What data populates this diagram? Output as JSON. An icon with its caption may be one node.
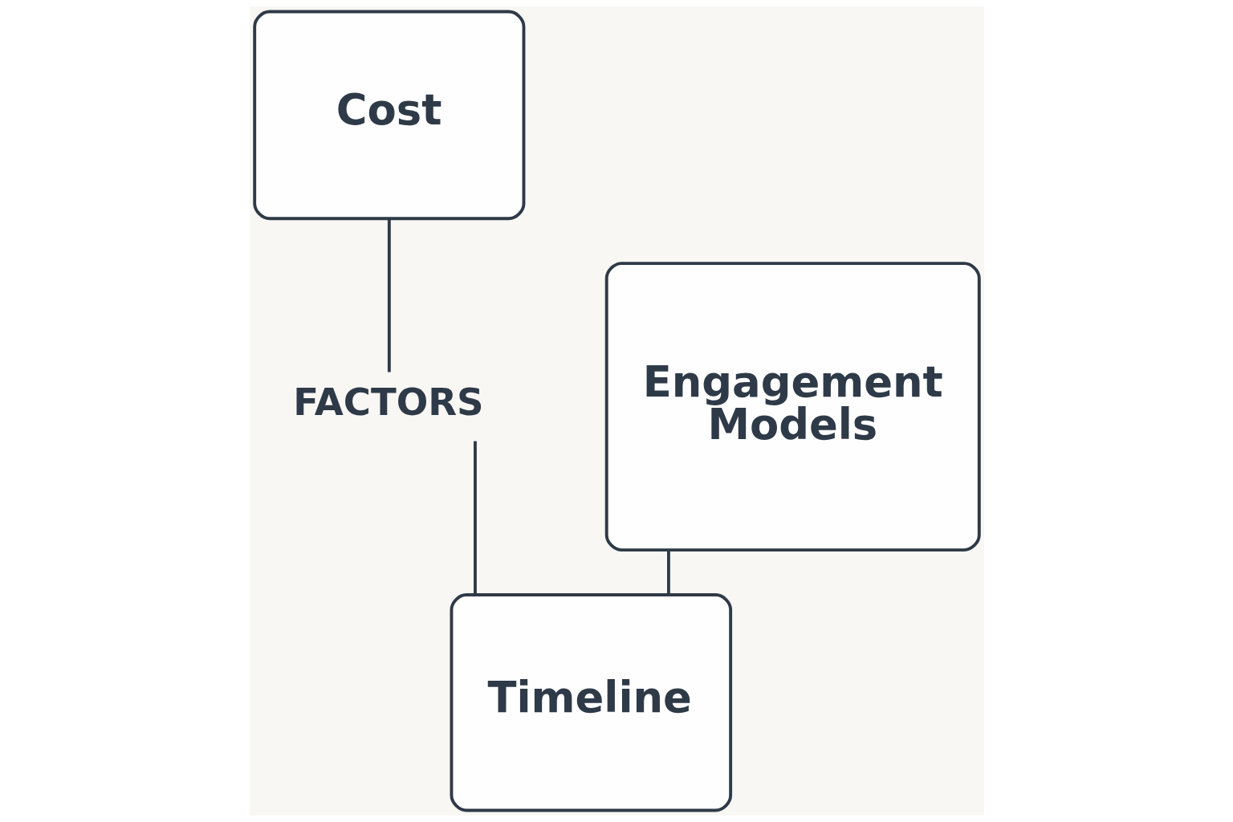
{
  "diagram": {
    "nodes": [
      {
        "text": [
          "Cost"
        ]
      },
      {
        "text": [
          "Engagement Models"
        ]
      },
      {
        "text": [
          "FACTORS"
        ]
      },
      {
        "text": [
          "Timeline"
        ]
      }
    ],
    "edges": [
      {
        "from": 0,
        "to": 2,
        "arrow": "none"
      },
      {
        "from": 2,
        "to": 3,
        "arrow": "none"
      },
      {
        "from": 1,
        "to": 3,
        "arrow": "none"
      }
    ]
  }
}
